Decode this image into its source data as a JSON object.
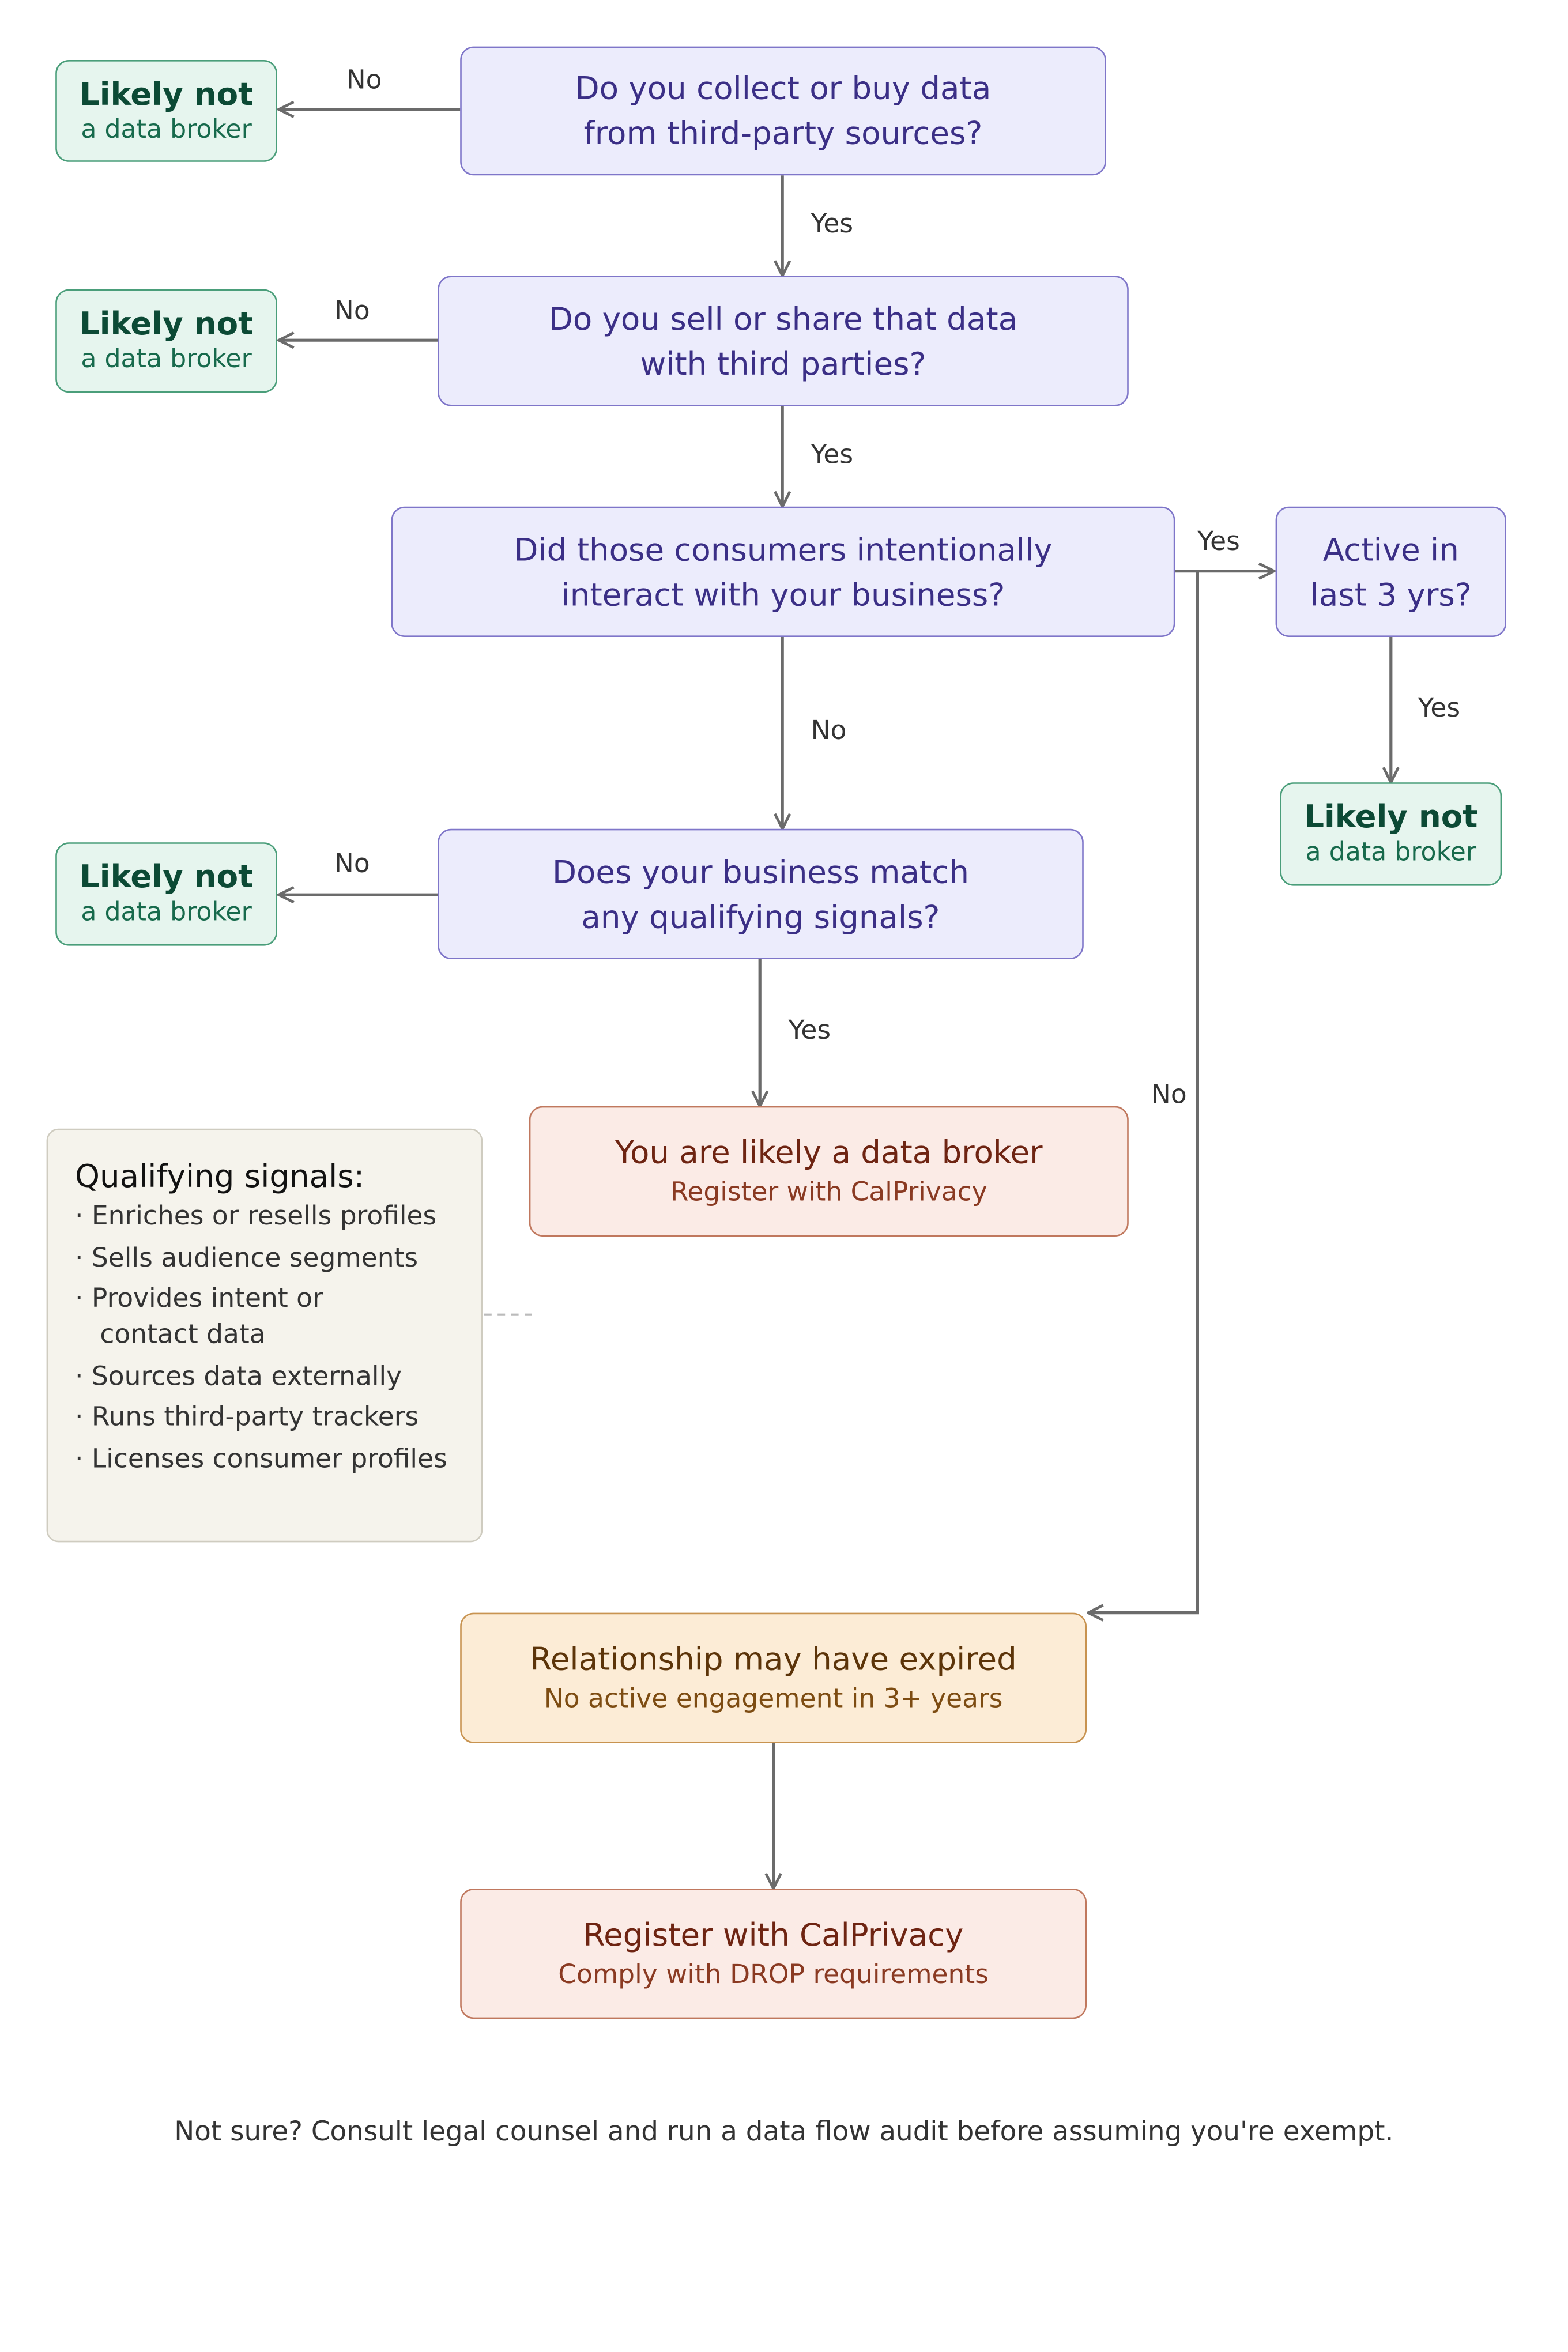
{
  "questions": {
    "q1": [
      "Do you collect or buy data",
      "from third-party sources?"
    ],
    "q2": [
      "Do you sell or share that data",
      "with third parties?"
    ],
    "q3": [
      "Did those consumers intentionally",
      "interact with your business?"
    ],
    "q4": [
      "Does your business match",
      "any qualifying signals?"
    ],
    "active": [
      "Active in",
      "last 3 yrs?"
    ]
  },
  "not_broker": {
    "title": "Likely not",
    "subtitle": "a data broker"
  },
  "broker": {
    "title": "You are likely a data broker",
    "subtitle": "Register with CalPrivacy"
  },
  "expired": {
    "title": "Relationship may have expired",
    "subtitle": "No active engagement in 3+ years"
  },
  "register": {
    "title": "Register with CalPrivacy",
    "subtitle": "Comply with DROP requirements"
  },
  "signals": {
    "title": "Qualifying signals:",
    "items": [
      "· Enriches or resells profiles",
      "· Sells audience segments",
      "· Provides intent or\n   contact data",
      "· Sources data externally",
      "· Runs third-party trackers",
      "· Licenses consumer profiles"
    ]
  },
  "edge_labels": {
    "yes": "Yes",
    "no": "No"
  },
  "footer": "Not sure? Consult legal counsel and run a data flow audit before assuming you're exempt.",
  "colors": {
    "connector": "#6b6b6b",
    "question_fill": "#ececfc",
    "not_broker_fill": "#e6f5ee",
    "broker_fill": "#fbebe6",
    "expired_fill": "#fcecd6",
    "signals_fill": "#f5f3ec"
  }
}
